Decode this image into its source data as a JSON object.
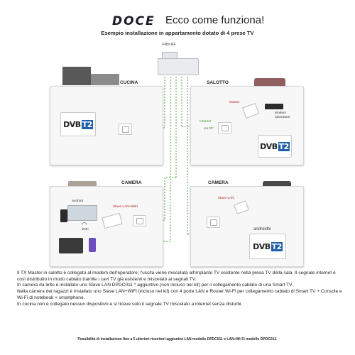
{
  "header": {
    "logo": "DOCE",
    "headline": "Ecco come funziona!",
    "subtitle": "Esempio installazione in appartamento dotato di 4 prese TV"
  },
  "filter_label": "Filtro RF",
  "rooms": {
    "cucina": {
      "label": "CUCINA"
    },
    "salotto": {
      "label": "SALOTTO",
      "master": "Master",
      "modem": "Modem Operatore",
      "internet": "Internet",
      "via_rf": "via RF"
    },
    "camera1": {
      "label": "CAMERA",
      "slave": "Slave LAN+WiFi",
      "android": "android",
      "wifi": "WiFi"
    },
    "camera2": {
      "label": "CAMERA",
      "slave": "Slave LAN",
      "androidtv": "androidtv"
    }
  },
  "tv_logo": {
    "dvb": "DVB",
    "t2": "T2"
  },
  "description": [
    "Il TX Master in salotto è collegato al modem dell'operatore; l'uscita viene miscelata all'impianto TV esistente nella presa TV della sala.  Il segnale internet è così distribuito in modo cablato tramite i cavi TV già esistenti e miscelato ai segnali TV.",
    "In camera da letto è installato uno Slave LAN DPDC011 * aggiuntivo (non incluso nel kit) per il collegamento cablato di una Smart TV.",
    "Nella camera dei ragazzi è installato uno Slave LAN+WiFi (incluso nel kit)  con 4 porte LAN e Router Wi-Fi per collegamento cablato di Smart TV + Console e Wi-Fi di notebook + smartphone.",
    "In cucina non è collegato nessun dispositivo e si riceve solo il segnale TV miscelato a internet senza disturbi."
  ],
  "footer": "Possibilità di installazione fino a 5 ulteriori ricevitori aggiuntivi LAN modello DPDC011 e  LAN+Wi-Fi  modello DPDC012.",
  "colors": {
    "line_green": "#49a53a",
    "line_red": "#c0392b",
    "t2_blue": "#1f5ea8"
  }
}
